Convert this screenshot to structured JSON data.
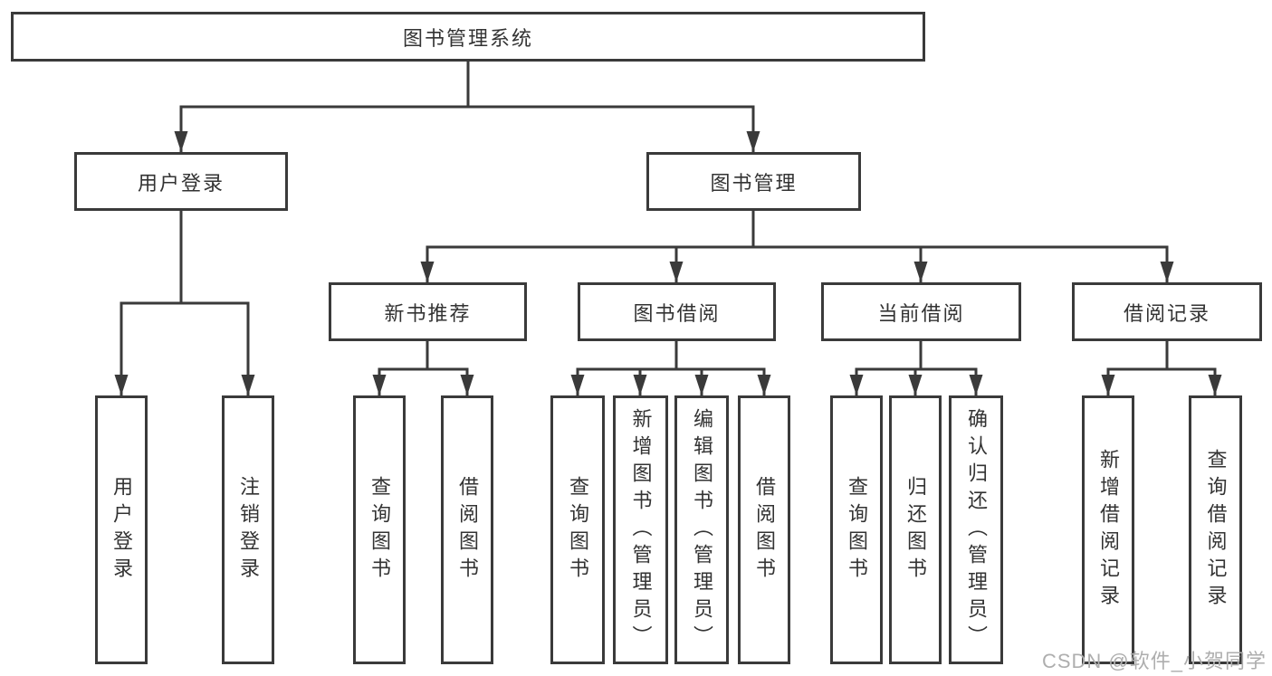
{
  "diagram": {
    "root": "图书管理系统",
    "level2": [
      {
        "label": "用户登录"
      },
      {
        "label": "图书管理"
      }
    ],
    "level3": [
      {
        "label": "新书推荐"
      },
      {
        "label": "图书借阅"
      },
      {
        "label": "当前借阅"
      },
      {
        "label": "借阅记录"
      }
    ],
    "leaves": {
      "user": [
        "用户登录",
        "注销登录"
      ],
      "recommend": [
        "查询图书",
        "借阅图书"
      ],
      "borrow": [
        "查询图书",
        "新增图书（管理员）",
        "编辑图书（管理员）",
        "借阅图书"
      ],
      "current": [
        "查询图书",
        "归还图书",
        "确认归还（管理员）"
      ],
      "records": [
        "新增借阅记录",
        "查询借阅记录"
      ]
    }
  },
  "watermark": "CSDN @软件_小贺同学",
  "colors": {
    "line": "#3a3a3a",
    "text": "#333333",
    "background": "#ffffff",
    "watermark": "#aeaeae"
  }
}
